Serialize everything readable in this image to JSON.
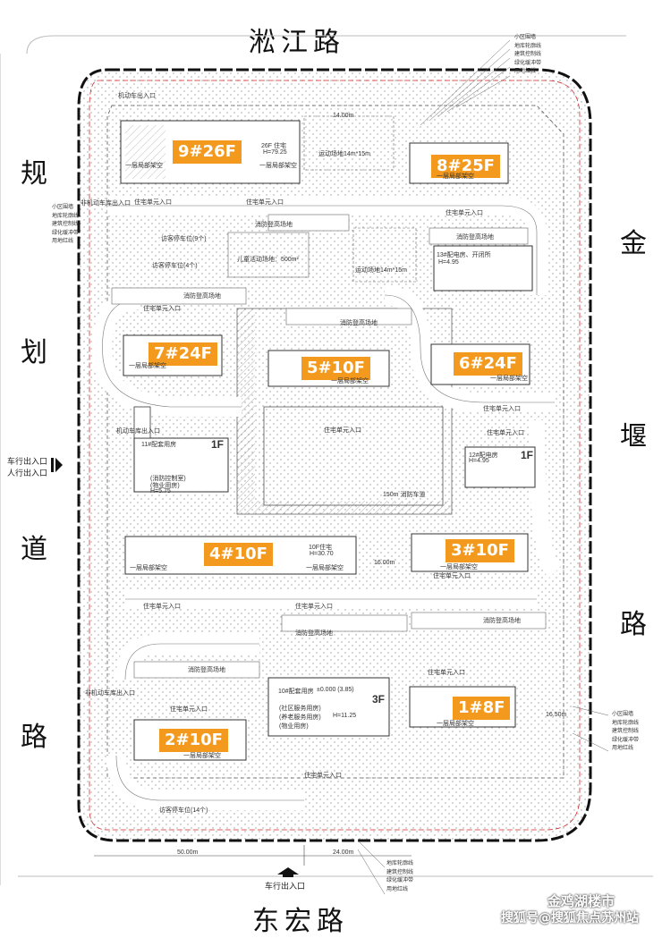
{
  "roads": {
    "north": "淞江路",
    "south": "东宏路",
    "west": [
      "规",
      "划",
      "道",
      "路"
    ],
    "east": [
      "金",
      "堰",
      "路"
    ]
  },
  "buildings": {
    "b9": "9#26F",
    "b8": "8#25F",
    "b7": "7#24F",
    "b5": "5#10F",
    "b6": "6#24F",
    "b4": "4#10F",
    "b3": "3#10F",
    "b2": "2#10F",
    "b1": "1#8F"
  },
  "labels": {
    "motor_entry_top": "机动车出入口",
    "first_floor_void": "一层局部架空",
    "high_26f": "26F 住宅",
    "high_26f_h": "H=79.25",
    "sports_14_15_top": "运动场地14m*15m",
    "non_motor_garage_top": "非机动车库出入口",
    "unit_entry": "住宅单元入口",
    "fire_platform": "消防登高场地",
    "visitor_parking_9": "访客停车位(9个)",
    "visitor_parking_4": "访客停车位(4个)",
    "kids_area": "儿童活动场地：500m²",
    "sports_14_15_mid": "运动场地14m*15m",
    "distribution_13": "13#配电房、开闭所",
    "h_495": "H=4.95",
    "motor_entry_mid": "机动车库出入口",
    "support_11": "11#配套用房",
    "control_room": "(消防控制室)",
    "property_room": "(物业用房)",
    "h_575": "H=5.75",
    "distribution_12": "12#配电房",
    "h_495_b": "H=4.95",
    "res_10f": "10F住宅",
    "h_3070": "H=30.70",
    "non_motor_garage_bottom": "非机动车库出入口",
    "support_10": "10#配套用房",
    "community_service": "(社区服务用房)",
    "elderly_service": "(养老服务用房)",
    "property_room_2": "(物业用房)",
    "h_1125": "H=11.25",
    "visitor_parking_14": "访客停车位(14个)",
    "fire_road_150": "150m 消防车道",
    "zero_level": "±0.000 (3.85)",
    "one_f": "1F",
    "one_f_b": "1F",
    "three_f": "3F",
    "car_gate_west_1": "车行出入口",
    "car_gate_west_2": "人行出入口",
    "car_gate_south": "车行出入口",
    "dist_5000": "50.00m",
    "dist_2400": "24.00m",
    "dist_1400": "14.00m",
    "dist_1650": "16.50m",
    "dist_1600": "16.00m"
  },
  "legend_top": [
    "小区围墙",
    "地库轮廓线",
    "建筑控制线",
    "绿化缓冲带",
    "用地红线"
  ],
  "legend_left": [
    "小区围墙",
    "地库轮廓线",
    "建筑控制线",
    "绿化缓冲带",
    "用地红线"
  ],
  "legend_right": [
    "小区围墙",
    "地库轮廓线",
    "建筑控制线",
    "绿化缓冲带",
    "用地红线"
  ],
  "legend_bottom": [
    "地库轮廓线",
    "建筑控制线",
    "绿化缓冲带",
    "用地红线"
  ],
  "watermark": {
    "line1": "金鸡湖楼市",
    "line2": "搜狐号@搜狐焦点苏州站"
  },
  "colors": {
    "building_tag": "#f39a1e",
    "red_line": "#d22a2a"
  }
}
